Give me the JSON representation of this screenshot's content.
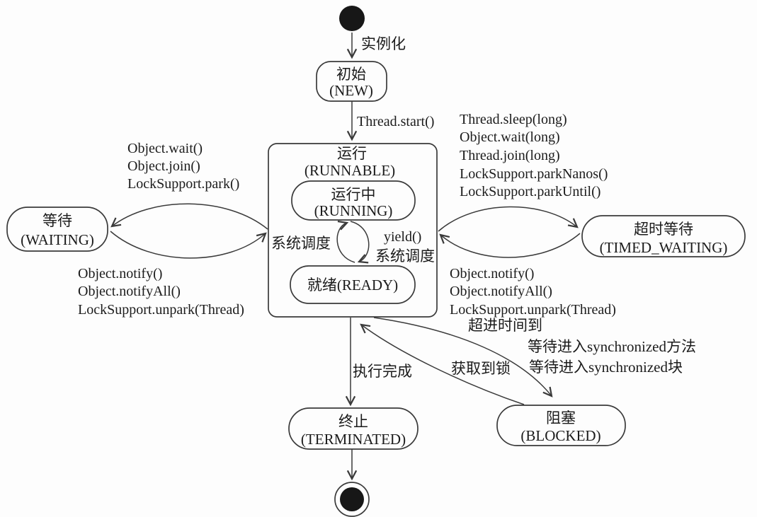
{
  "states": {
    "new": {
      "label_zh": "初始",
      "label_en": "(NEW)"
    },
    "runnable": {
      "label_zh": "运行",
      "label_en": "(RUNNABLE)"
    },
    "running": {
      "label_zh": "运行中",
      "label_en": "(RUNNING)"
    },
    "ready": {
      "label": "就绪(READY)"
    },
    "waiting": {
      "label_zh": "等待",
      "label_en": "(WAITING)"
    },
    "timed_waiting": {
      "label_zh": "超时等待",
      "label_en": "(TIMED_WAITING)"
    },
    "blocked": {
      "label_zh": "阻塞",
      "label_en": "(BLOCKED)"
    },
    "terminated": {
      "label_zh": "终止",
      "label_en": "(TERMINATED)"
    }
  },
  "transitions": {
    "instantiate": {
      "label": "实例化"
    },
    "start": {
      "label": "Thread.start()"
    },
    "runnable_to_waiting": {
      "labels": [
        "Object.wait()",
        "Object.join()",
        "LockSupport.park()"
      ]
    },
    "waiting_to_runnable": {
      "labels": [
        "Object.notify()",
        "Object.notifyAll()",
        "LockSupport.unpark(Thread)"
      ]
    },
    "runnable_to_timed_waiting": {
      "labels": [
        "Thread.sleep(long)",
        "Object.wait(long)",
        "Thread.join(long)",
        "LockSupport.parkNanos()",
        "LockSupport.parkUntil()"
      ]
    },
    "timed_waiting_to_runnable": {
      "labels": [
        "Object.notify()",
        "Object.notifyAll()",
        "LockSupport.unpark(Thread)",
        "超进时间到"
      ]
    },
    "ready_to_running": {
      "label": "系统调度"
    },
    "running_to_ready": {
      "label_1": "yield()",
      "label_2": "系统调度"
    },
    "runnable_to_blocked": {
      "labels": [
        "等待进入synchronized方法",
        "等待进入synchronized块"
      ]
    },
    "blocked_to_runnable": {
      "label": "获取到锁"
    },
    "runnable_to_terminated": {
      "label": "执行完成"
    }
  },
  "colors": {
    "line": "#3a3a3a",
    "text": "#1b1b1b",
    "background": "#fdfdfd"
  }
}
